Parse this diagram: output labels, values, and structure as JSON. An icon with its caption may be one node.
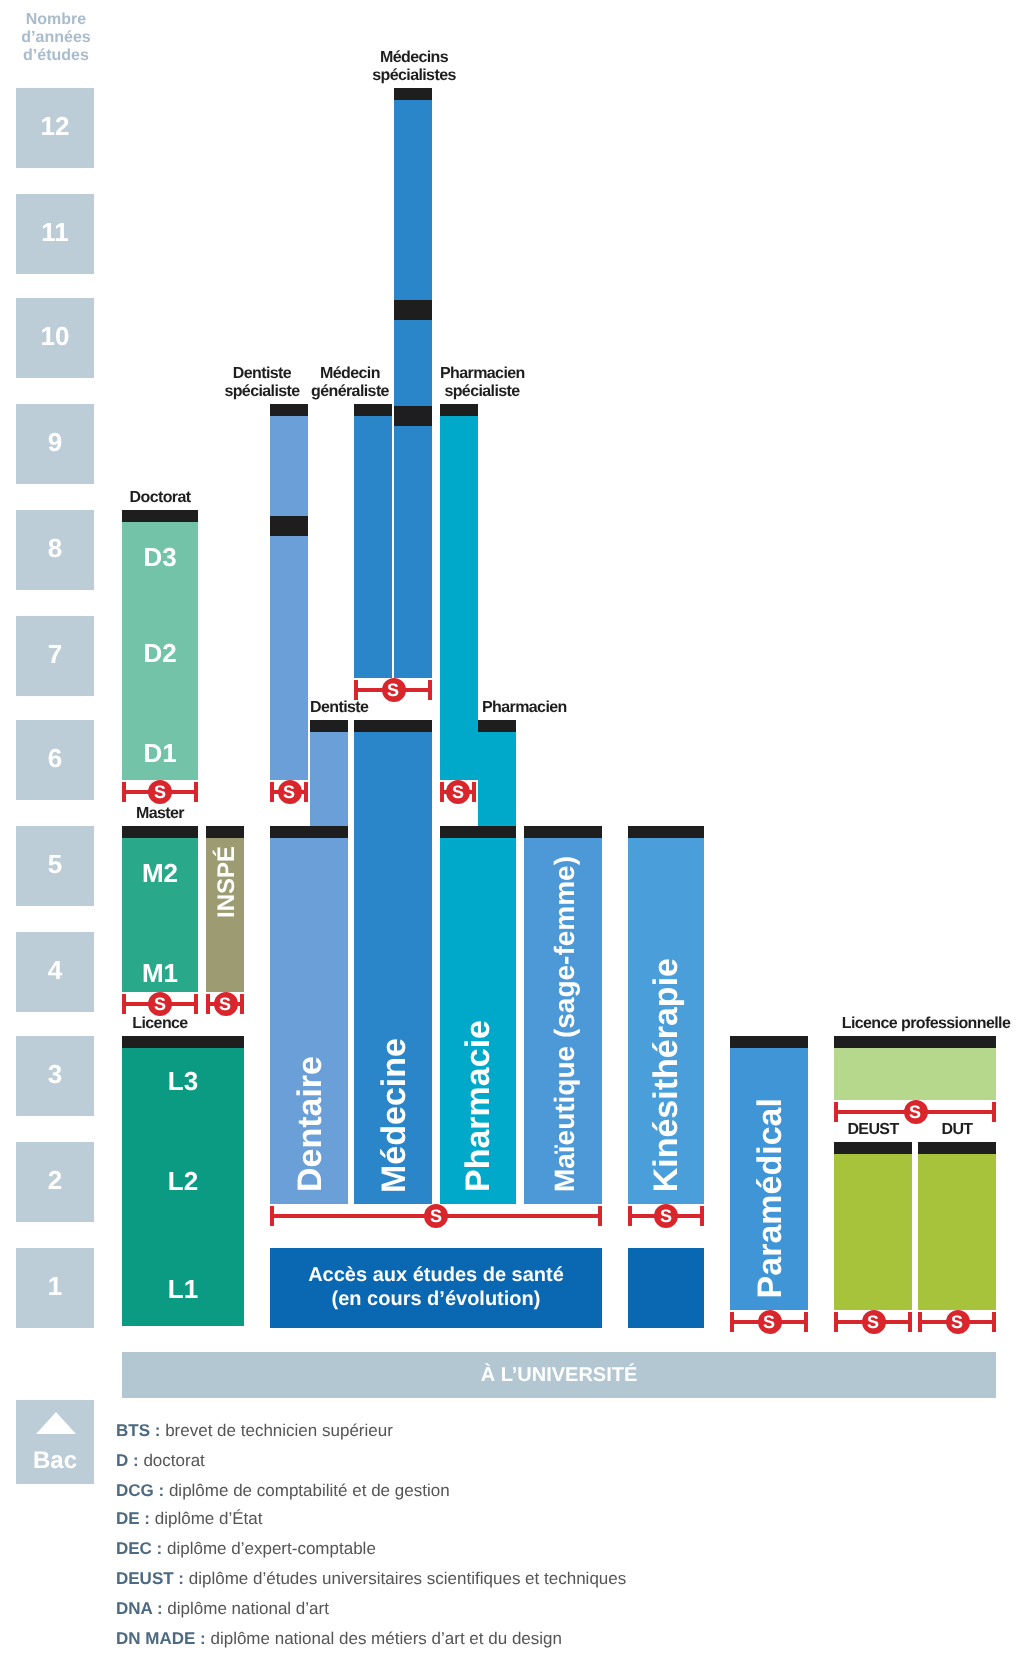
{
  "diagram": {
    "nodes": [
      {
        "text": [
          "12"
        ]
      },
      {
        "text": [
          "11"
        ]
      },
      {
        "text": [
          "10"
        ]
      },
      {
        "text": [
          "9"
        ]
      },
      {
        "text": [
          "8"
        ]
      },
      {
        "text": [
          "7"
        ]
      },
      {
        "text": [
          "6"
        ]
      },
      {
        "text": [
          "5"
        ]
      },
      {
        "text": [
          "4"
        ]
      },
      {
        "text": [
          "3"
        ]
      },
      {
        "text": [
          "2"
        ]
      },
      {
        "text": [
          "1"
        ]
      },
      {
        "text": [
          "Médecins spécialistes"
        ]
      },
      {
        "text": [
          "Dentiste spécialiste"
        ]
      },
      {
        "text": [
          "Médecin généraliste"
        ]
      },
      {
        "text": [
          "Pharmacien spécialiste"
        ]
      },
      {
        "text": [
          "Doctorat",
          "D3",
          "D2",
          "D1"
        ]
      },
      {
        "text": [
          "Dentiste"
        ]
      },
      {
        "text": [
          "Pharmacien"
        ]
      },
      {
        "text": [
          "Médecine"
        ]
      },
      {
        "text": [
          "Master",
          "M2",
          "M1"
        ]
      },
      {
        "text": [
          "INSPÉ"
        ]
      },
      {
        "text": [
          "Dentaire"
        ]
      },
      {
        "text": [
          "Pharmacie"
        ]
      },
      {
        "text": [
          "Maïeutique (sage-femme)"
        ]
      },
      {
        "text": [
          "Kinésithérapie"
        ]
      },
      {
        "text": [
          "Licence",
          "L3",
          "L2",
          "L1"
        ]
      },
      {
        "text": [
          "Paramédical"
        ]
      },
      {
        "text": [
          "Licence professionnelle"
        ]
      },
      {
        "text": [
          "DEUST"
        ]
      },
      {
        "text": [
          "DUT"
        ]
      },
      {
        "text": [
          "Accès aux études de santé (en cours d’évolution)"
        ]
      },
      {
        "text": [],
        "shape": "box"
      },
      {
        "text": [
          "À L’UNIVERSITÉ"
        ]
      },
      {
        "text": [
          "Bac"
        ]
      }
    ],
    "labels": [
      "Nombre d’années d’études",
      "S",
      "S",
      "S",
      "S",
      "S",
      "S",
      "S",
      "S",
      "S",
      "S",
      "S",
      "S",
      "**BTS :** brevet de technicien supérieur",
      "**D :** doctorat",
      "**DCG :** diplôme de comptabilité et de gestion",
      "**DE :** diplôme d’État",
      "**DEC :** diplôme d’expert-comptable",
      "**DEUST :** diplôme d’études universitaires scientifiques et techniques",
      "**DNA :** diplôme national d’art",
      "**DN MADE :** diplôme national des métiers d’art et du design"
    ]
  }
}
